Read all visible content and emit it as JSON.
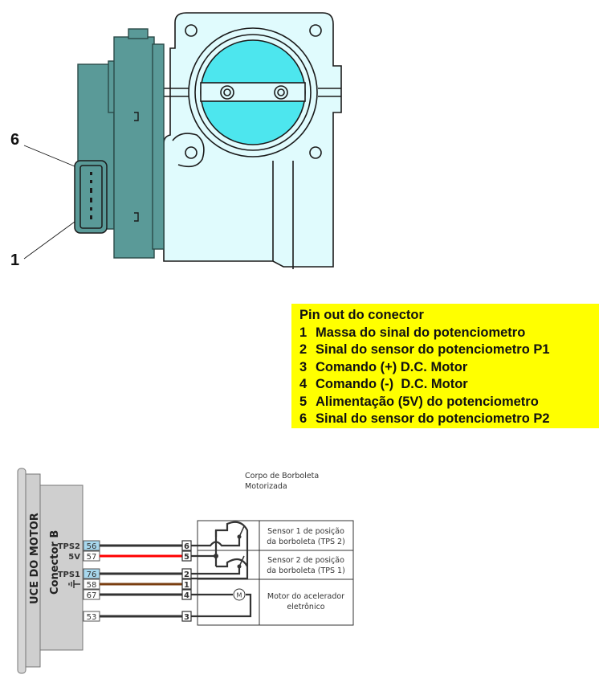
{
  "illustration": {
    "title": "Throttle body with 6-pin connector",
    "callouts": [
      {
        "label": "6",
        "refers_to": "connector-pin-6"
      },
      {
        "label": "1",
        "refers_to": "connector-pin-1"
      }
    ],
    "colors": {
      "actuator_housing": "#5a9a98",
      "body_fill": "#e0fbfd",
      "throttle_plate": "#4de6ee",
      "outline": "#1a1a1a"
    }
  },
  "pinout": {
    "title": "Pin out do conector",
    "background": "#ffff00",
    "pins": [
      {
        "num": "1",
        "desc": "Massa do sinal do potenciometro"
      },
      {
        "num": "2",
        "desc": "Sinal do sensor do potenciometro P1"
      },
      {
        "num": "3",
        "desc": "Comando (+) D.C. Motor"
      },
      {
        "num": "4",
        "desc": "Comando (-)  D.C. Motor"
      },
      {
        "num": "5",
        "desc": "Alimentação (5V) do potenciometro"
      },
      {
        "num": "6",
        "desc": "Sinal do sensor do potenciometro P2"
      }
    ]
  },
  "wiring": {
    "ecu_label": "UCE DO MOTOR",
    "connector_label": "Conector B",
    "component_title_line1": "Corpo de Borboleta",
    "component_title_line2": "Motorizada",
    "wires": [
      {
        "signal": "TPS2",
        "ecu_pin": "56",
        "tb_pin": "6",
        "color": "#333333",
        "pin_highlight": "#a8d8ee"
      },
      {
        "signal": "5V",
        "ecu_pin": "57",
        "tb_pin": "5",
        "color": "#ff0000",
        "pin_highlight": "#ffffff"
      },
      {
        "signal": "TPS1",
        "ecu_pin": "76",
        "tb_pin": "2",
        "color": "#333333",
        "pin_highlight": "#a8d8ee"
      },
      {
        "signal": "ground-icon",
        "ecu_pin": "58",
        "tb_pin": "1",
        "color": "#7a3e10",
        "pin_highlight": "#ffffff"
      },
      {
        "signal": "",
        "ecu_pin": "67",
        "tb_pin": "4",
        "color": "#333333",
        "pin_highlight": "#ffffff"
      },
      {
        "signal": "",
        "ecu_pin": "53",
        "tb_pin": "3",
        "color": "#333333",
        "pin_highlight": "#ffffff"
      }
    ],
    "blocks": [
      {
        "line1": "Sensor 1 de posição",
        "line2": "da borboleta (TPS 2)"
      },
      {
        "line1": "Sensor 2 de posição",
        "line2": "da borboleta (TPS 1)"
      },
      {
        "line1": "Motor do acelerador",
        "line2": "eletrônico"
      }
    ],
    "motor_symbol": "M"
  }
}
